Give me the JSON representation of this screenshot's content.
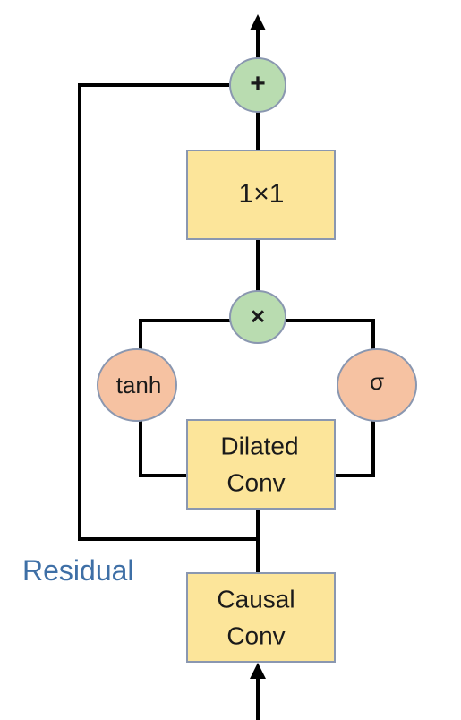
{
  "blocks": {
    "conv_1x1": "1×1",
    "dilated_conv": [
      "Dilated",
      "Conv"
    ],
    "causal_conv": [
      "Causal",
      "Conv"
    ]
  },
  "operators": {
    "add": "+",
    "multiply": "×",
    "tanh": "tanh",
    "sigmoid": "σ"
  },
  "labels": {
    "residual": "Residual"
  },
  "colors": {
    "block_fill": "#fce59a",
    "operator_fill": "#b9dcb0",
    "activation_fill": "#f6c2a2",
    "residual_label": "#3e6fa6"
  }
}
